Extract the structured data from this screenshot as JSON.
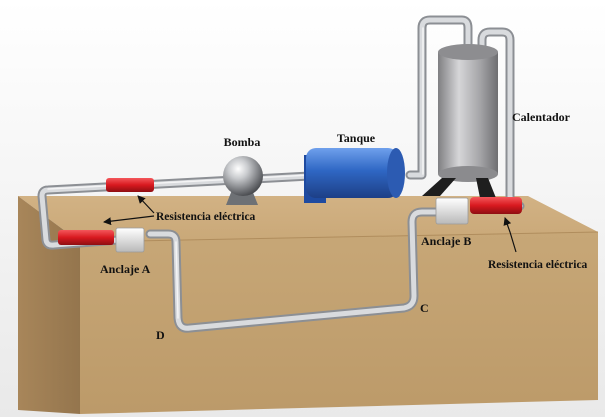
{
  "labels": {
    "bomba": "Bomba",
    "tanque": "Tanque",
    "calentador": "Calentador",
    "resistencia_left": "Resistencia eléctrica",
    "resistencia_right": "Resistencia eléctrica",
    "anclaje_a": "Anclaje A",
    "anclaje_b": "Anclaje B",
    "point_c": "C",
    "point_d": "D"
  },
  "colors": {
    "block": "#c9a878",
    "pipe": "#c8cbcf",
    "resistor": "#d8191f",
    "tank": "#2f67c4",
    "heater": "#a9a9ab"
  }
}
